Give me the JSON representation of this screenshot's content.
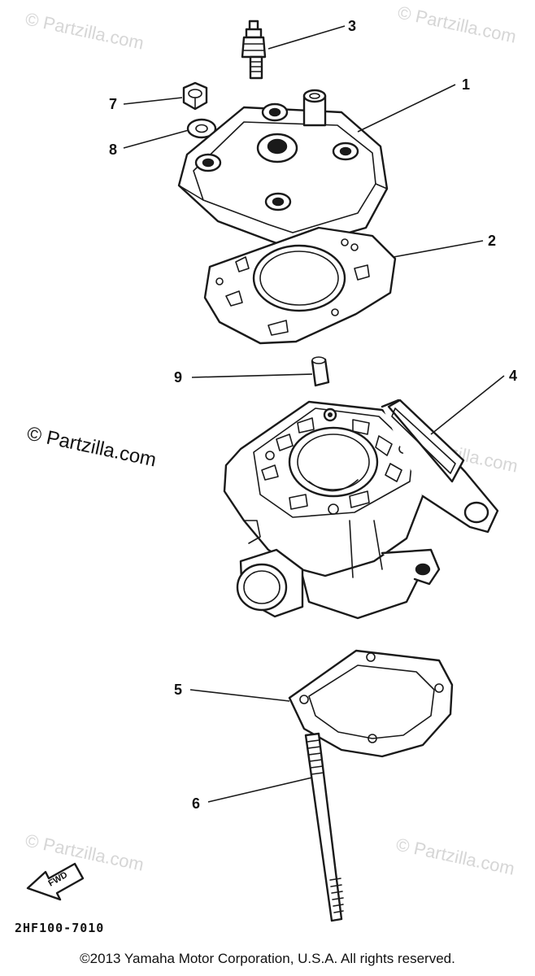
{
  "watermarks": {
    "top_left": "© Partzilla.com",
    "top_right": "© Partzilla.com",
    "middle_left": "© Partzilla.com",
    "middle_right": "© Partzilla.com",
    "bottom_left": "© Partzilla.com",
    "bottom_right": "© Partzilla.com"
  },
  "callouts": {
    "c1": "1",
    "c2": "2",
    "c3": "3",
    "c4": "4",
    "c5": "5",
    "c6": "6",
    "c7": "7",
    "c8": "8",
    "c9": "9"
  },
  "fwd_label": "FWD",
  "diagram_code": "2HF100-7010",
  "copyright": "©2013 Yamaha Motor Corporation, U.S.A. All rights reserved.",
  "colors": {
    "ink": "#1a1a1a",
    "watermark": "#d6d6d6",
    "background": "#ffffff"
  }
}
